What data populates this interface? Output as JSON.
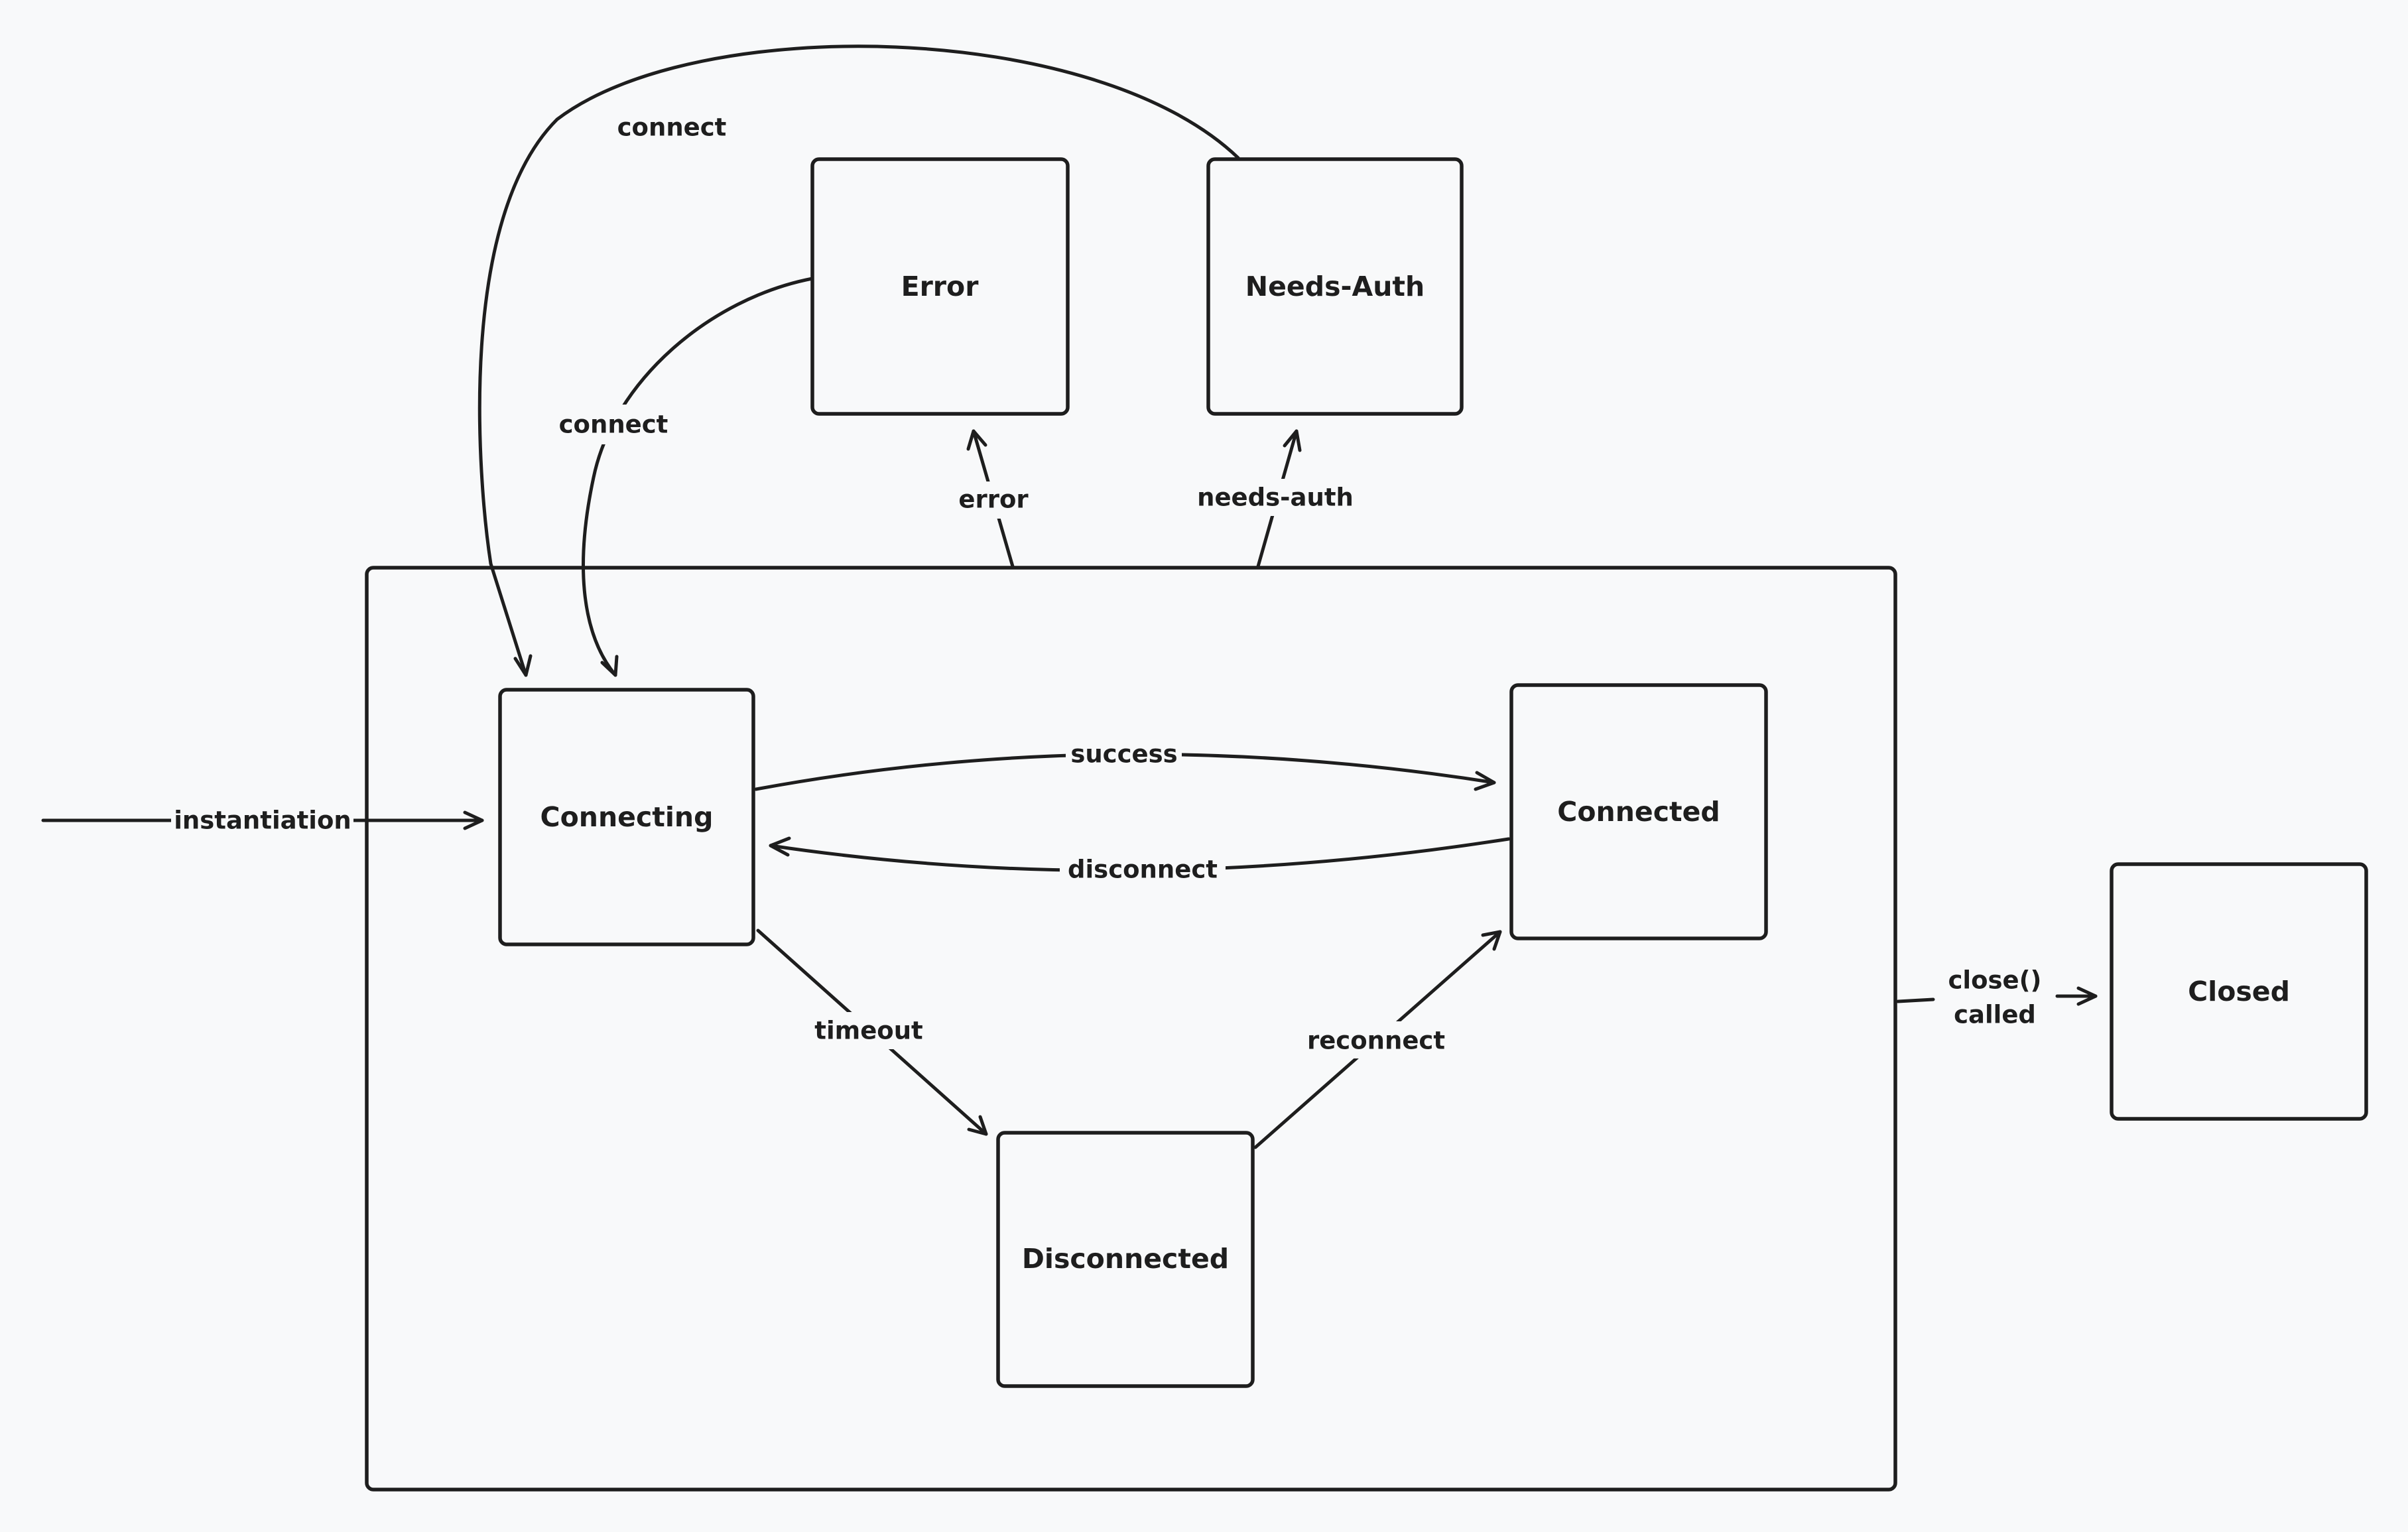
{
  "diagram": {
    "nodes": {
      "error": "Error",
      "needs_auth": "Needs-Auth",
      "connecting": "Connecting",
      "connected": "Connected",
      "disconnected": "Disconnected",
      "closed": "Closed"
    },
    "edges": {
      "connect_from_needs_auth": "connect",
      "connect_from_error": "connect",
      "error": "error",
      "needs_auth": "needs-auth",
      "instantiation": "instantiation",
      "success": "success",
      "disconnect": "disconnect",
      "timeout": "timeout",
      "reconnect": "reconnect",
      "close_called_line1": "close()",
      "close_called_line2": "called"
    },
    "colors": {
      "background": "#f8f9fa",
      "stroke": "#1e1e1e"
    }
  }
}
